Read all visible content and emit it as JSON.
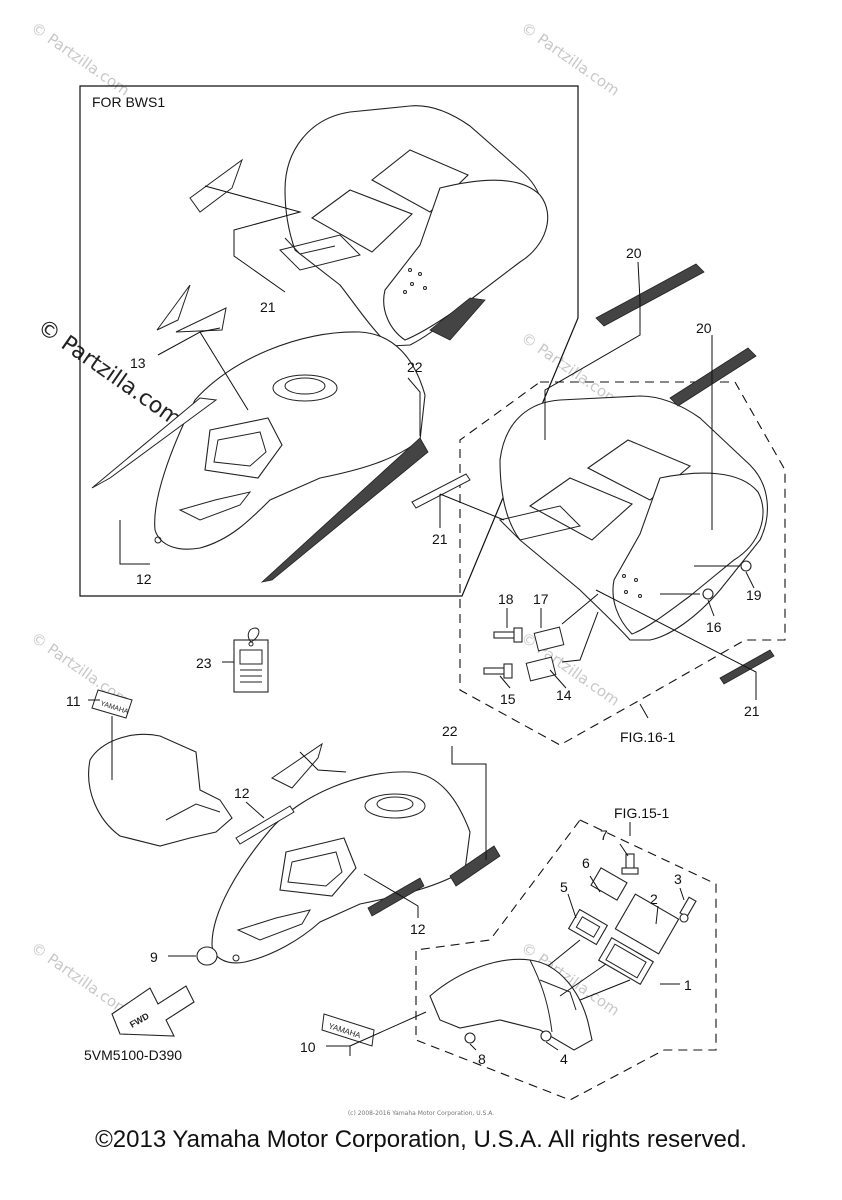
{
  "watermark": {
    "text": "© Partzilla.com",
    "big_text": "© Partzilla.com"
  },
  "frame_label": "FOR BWS1",
  "figure_refs": {
    "fig16": "FIG.16-1",
    "fig15": "FIG.15-1"
  },
  "diagram_code": "5VM5100-D390",
  "decal_text": {
    "yamaha": "YAMAHA",
    "fwd": "FWD"
  },
  "callouts": {
    "c1": "1",
    "c2": "2",
    "c3": "3",
    "c4": "4",
    "c5": "5",
    "c6": "6",
    "c7": "7",
    "c8": "8",
    "c9": "9",
    "c10": "10",
    "c11": "11",
    "c12a": "12",
    "c12b": "12",
    "c12c": "12",
    "c13": "13",
    "c14": "14",
    "c15": "15",
    "c16": "16",
    "c17": "17",
    "c18": "18",
    "c19": "19",
    "c20a": "20",
    "c20b": "20",
    "c21a": "21",
    "c21b": "21",
    "c21c": "21",
    "c22a": "22",
    "c22b": "22",
    "c23": "23"
  },
  "small_credit": "(c) 2008-2016 Yamaha Motor Corporation, U.S.A.",
  "footer": "©2013 Yamaha Motor Corporation, U.S.A. All rights reserved."
}
